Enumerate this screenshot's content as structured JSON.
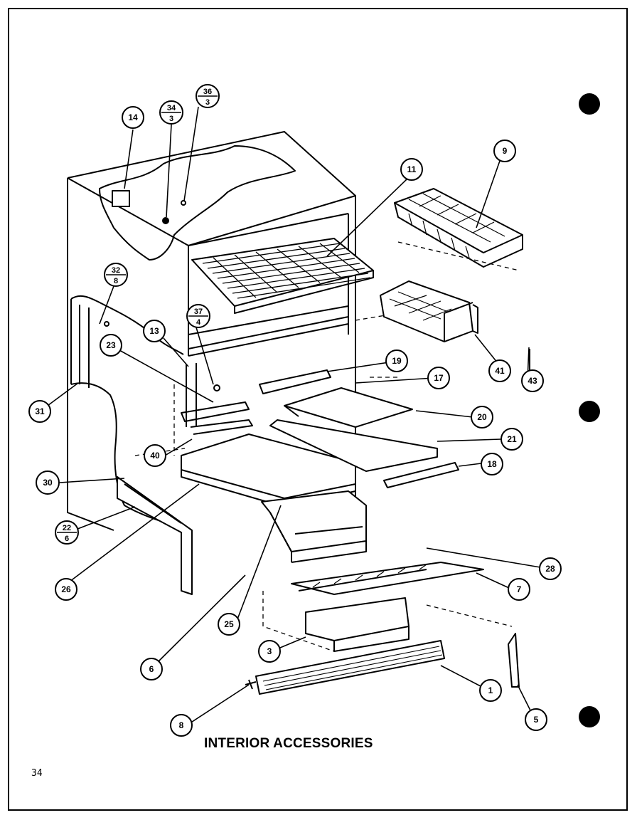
{
  "page": {
    "title": "INTERIOR ACCESSORIES",
    "page_number": "34"
  },
  "callouts": [
    {
      "id": "c14",
      "label": "14"
    },
    {
      "id": "c34",
      "top": "34",
      "bottom": "3"
    },
    {
      "id": "c36",
      "top": "36",
      "bottom": "3"
    },
    {
      "id": "c9",
      "label": "9"
    },
    {
      "id": "c11",
      "label": "11"
    },
    {
      "id": "c32",
      "top": "32",
      "bottom": "8"
    },
    {
      "id": "c37",
      "top": "37",
      "bottom": "4"
    },
    {
      "id": "c13",
      "label": "13"
    },
    {
      "id": "c23",
      "label": "23"
    },
    {
      "id": "c31",
      "label": "31"
    },
    {
      "id": "c41",
      "label": "41"
    },
    {
      "id": "c43",
      "label": "43"
    },
    {
      "id": "c19",
      "label": "19"
    },
    {
      "id": "c17",
      "label": "17"
    },
    {
      "id": "c20",
      "label": "20"
    },
    {
      "id": "c21",
      "label": "21"
    },
    {
      "id": "c40",
      "label": "40"
    },
    {
      "id": "c18",
      "label": "18"
    },
    {
      "id": "c30",
      "label": "30"
    },
    {
      "id": "c22",
      "top": "22",
      "bottom": "6"
    },
    {
      "id": "c28",
      "label": "28"
    },
    {
      "id": "c26",
      "label": "26"
    },
    {
      "id": "c7",
      "label": "7"
    },
    {
      "id": "c25",
      "label": "25"
    },
    {
      "id": "c3",
      "label": "3"
    },
    {
      "id": "c6",
      "label": "6"
    },
    {
      "id": "c1",
      "label": "1"
    },
    {
      "id": "c5",
      "label": "5"
    },
    {
      "id": "c8",
      "label": "8"
    }
  ]
}
